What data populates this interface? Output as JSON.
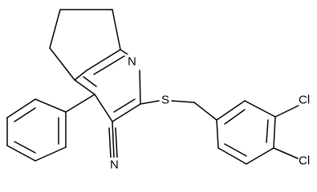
{
  "molecule": {
    "atom_labels": {
      "ring_nitrogen": "N",
      "sulfur": "S",
      "chlorine_upper": "Cl",
      "chlorine_lower": "Cl",
      "nitrile_nitrogen": "N"
    },
    "line_color": "#000000",
    "background_color": "#ffffff"
  }
}
